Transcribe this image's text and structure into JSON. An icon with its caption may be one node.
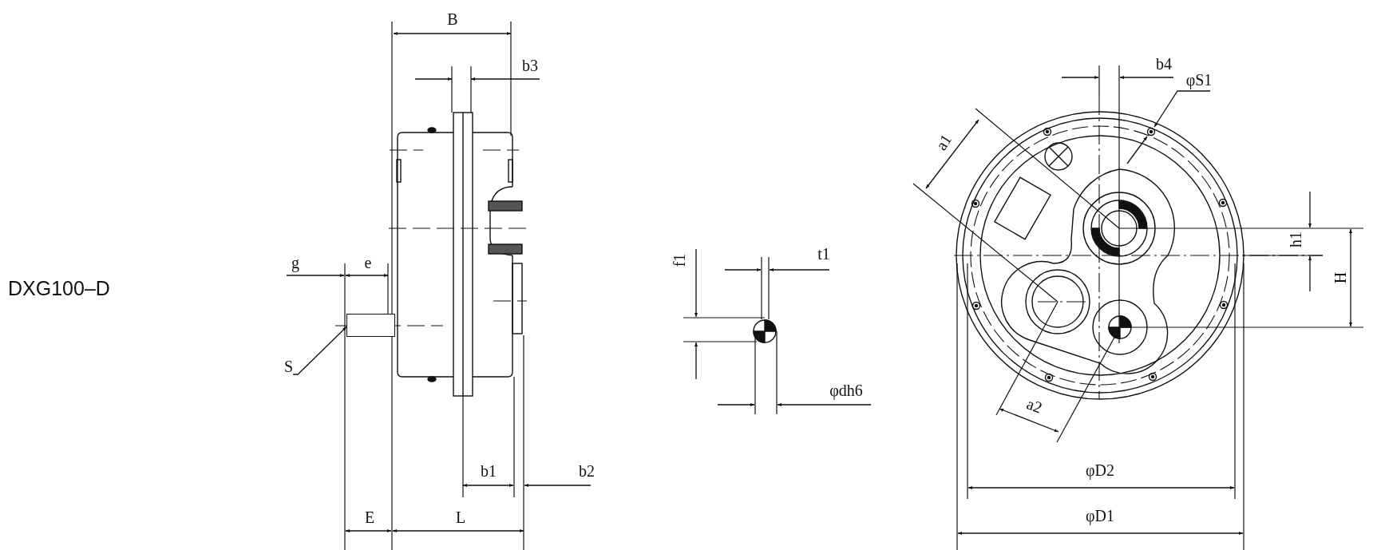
{
  "diagram": {
    "title": "DXG100–D",
    "nodes": [
      {
        "text": [
          "S"
        ]
      },
      {
        "text": [],
        "shape": "box"
      }
    ],
    "edges": [
      {
        "from": 0,
        "to": 1,
        "arrow": "to"
      }
    ],
    "labels": [
      "B",
      "b3",
      "g",
      "e",
      "b1",
      "b2",
      "E",
      "L",
      "f1",
      "t1",
      "φdh6",
      "b4",
      "φS1",
      "a1",
      "h1",
      "H",
      "a2",
      "φD2",
      "φD1"
    ]
  }
}
